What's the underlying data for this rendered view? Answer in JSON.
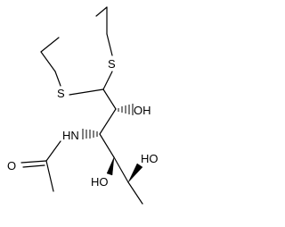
{
  "molecule": {
    "atom_labels": {
      "s_upper": "S",
      "s_lower": "S",
      "oh_c2": "OH",
      "nh": "HN",
      "oh_c4": "HO",
      "oh_c5": "HO",
      "o_carbonyl": "O"
    },
    "colors": {
      "bond": "#000000",
      "label": "#000000",
      "background": "#ffffff"
    }
  }
}
